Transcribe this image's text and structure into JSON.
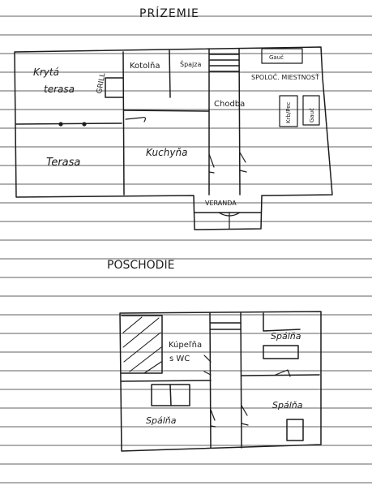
{
  "ground_floor": {
    "title": "PRÍZEMIE",
    "rooms": {
      "covered_terrace": [
        "Krytá",
        "terasa"
      ],
      "terrace": "Terasa",
      "boiler_room": "Kotolňa",
      "pantry": "Špajza",
      "kitchen": "Kuchyňa",
      "corridor": "Chodba",
      "living_room": "SPOLOČ. MIESTNOSŤ",
      "porch": "VERANDA"
    },
    "furniture": {
      "grill": "GRILL",
      "couch": "Gauč",
      "fireplace": "Krb/Pec",
      "bed": "Gauč"
    }
  },
  "upper_floor": {
    "title": "POSCHODIE",
    "rooms": {
      "bathroom": [
        "Kúpeľňa",
        "s WC"
      ],
      "bedroom_top": "Spálňa",
      "bedroom_left": "Spálňa",
      "bedroom_right": "Spálňa"
    }
  }
}
